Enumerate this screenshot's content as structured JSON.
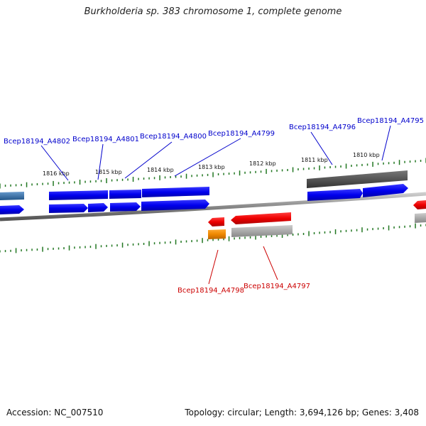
{
  "title": "Burkholderia sp. 383 chromosome 1, complete genome",
  "footer": {
    "accession": "Accession: NC_007510",
    "topology": "Topology: circular; Length: 3,694,126 bp; Genes: 3,408"
  },
  "kbp_ticks": [
    "1816 kbp",
    "1815 kbp",
    "1814 kbp",
    "1813 kbp",
    "1812 kbp",
    "1811 kbp",
    "1810 kbp"
  ],
  "gene_labels_forward": [
    "Bcep18194_A4802",
    "Bcep18194_A4801",
    "Bcep18194_A4800",
    "Bcep18194_A4799",
    "Bcep18194_A4796",
    "Bcep18194_A4795"
  ],
  "gene_labels_reverse": [
    "Bcep18194_A4798",
    "Bcep18194_A4797"
  ],
  "colors": {
    "forward_label": "#0000cc",
    "reverse_label": "#cc0000",
    "cds_forward": "#0000ee",
    "cds_reverse": "#ee0000",
    "gene_dark": "#555555",
    "gene_light": "#aaaaaa",
    "orange": "#ee8800",
    "steel_blue": "#4477aa",
    "tick": "#227722",
    "backbone": "#888888"
  }
}
